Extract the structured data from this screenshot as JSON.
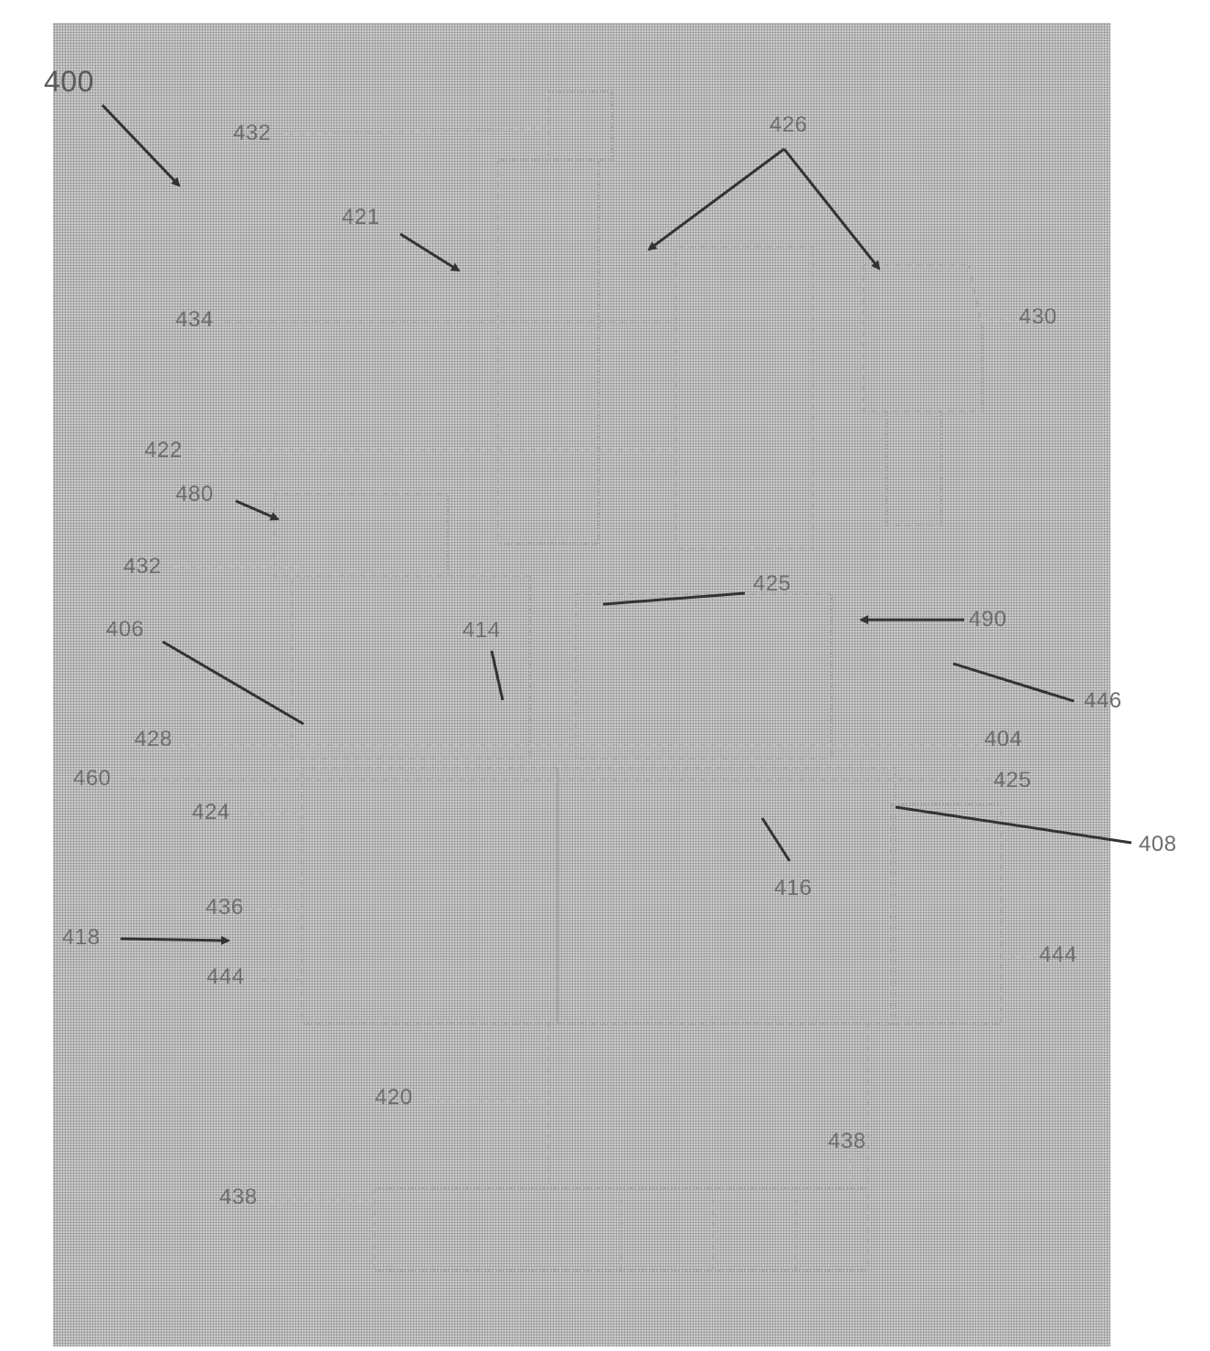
{
  "figure": {
    "ref_main": "400",
    "labels": {
      "l432a": "432",
      "l421": "421",
      "l426": "426",
      "l430": "430",
      "l434": "434",
      "l422": "422",
      "l480": "480",
      "l432b": "432",
      "l425a": "425",
      "l490": "490",
      "l406": "406",
      "l414": "414",
      "l446": "446",
      "l428": "428",
      "l404": "404",
      "l460": "460",
      "l425b": "425",
      "l424": "424",
      "l408": "408",
      "l416": "416",
      "l436": "436",
      "l418": "418",
      "l444a": "444",
      "l444b": "444",
      "l420": "420",
      "l438a": "438",
      "l438b": "438"
    }
  }
}
